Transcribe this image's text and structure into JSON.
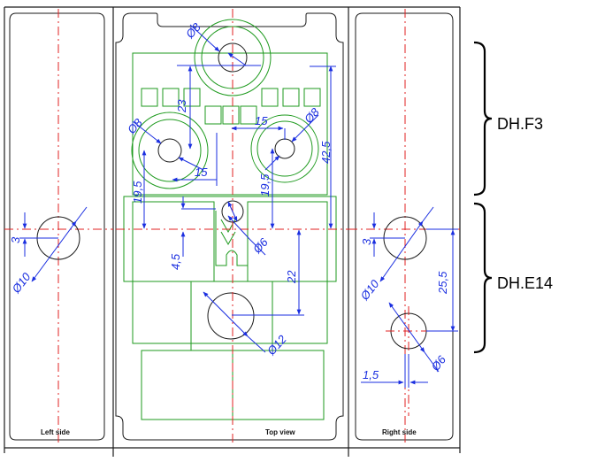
{
  "captions": {
    "left": "Left side",
    "top": "Top view",
    "right": "Right side"
  },
  "brace_labels": {
    "upper": "DH.F3",
    "lower": "DH.E14"
  },
  "dimensions": {
    "d8_top": "Ø8",
    "d8_left": "Ø8",
    "d8_right": "Ø8",
    "d23": "23",
    "d15_upper": "15",
    "d15_lower": "15",
    "d42_5": "42,5",
    "d19_5_left": "19,5",
    "d19_5_right": "19,5",
    "d6": "Ø6",
    "d4_5": "4,5",
    "d22": "22",
    "d12": "Ø12",
    "left_3": "3",
    "left_d10": "Ø10",
    "right_3": "3",
    "right_d10": "Ø10",
    "d25_5": "25,5",
    "d1_5": "1,5",
    "d6_right": "Ø6"
  },
  "colors": {
    "outline": "#1a1a1a",
    "part_lines": "#1e9a1e",
    "center_lines": "#e02020",
    "dimension_lines": "#1a2ee0"
  }
}
